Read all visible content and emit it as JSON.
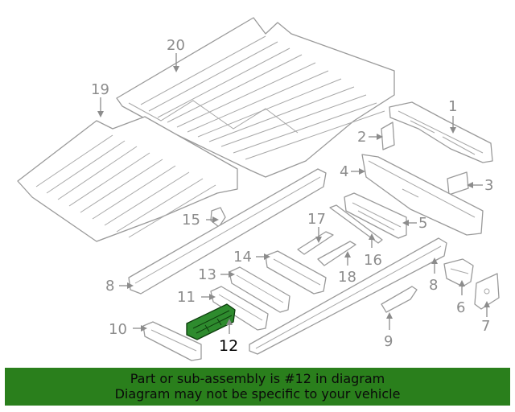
{
  "callouts": {
    "n1": "1",
    "n2": "2",
    "n3": "3",
    "n4": "4",
    "n5": "5",
    "n6": "6",
    "n7": "7",
    "n8a": "8",
    "n8b": "8",
    "n9": "9",
    "n10": "10",
    "n11": "11",
    "n12": "12",
    "n13": "13",
    "n14": "14",
    "n15": "15",
    "n16": "16",
    "n17": "17",
    "n18": "18",
    "n19": "19",
    "n20": "20"
  },
  "highlight": {
    "part": "12",
    "color": "#2e8b2e"
  },
  "banner": {
    "line1": "Part or sub-assembly is #12 in diagram",
    "line2": "Diagram may not be specific to your vehicle",
    "background": "#2a7f1c"
  }
}
